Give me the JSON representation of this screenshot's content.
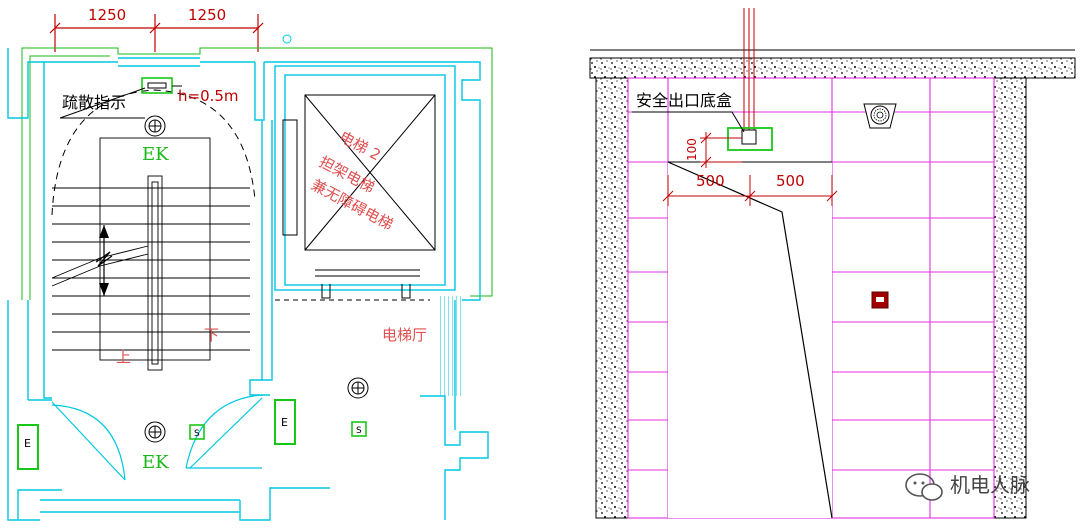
{
  "left_plan": {
    "dim_left": "1250",
    "dim_right": "1250",
    "evac_sign_label": "疏散指示",
    "height_note": "h=0.5m",
    "emergency_light_top": "EK",
    "emergency_light_bottom": "EK",
    "elevator_text_line1": "电梯 2",
    "elevator_text_line2": "担架电梯",
    "elevator_text_line3": "兼无障碍电梯",
    "stair_up": "上",
    "stair_down": "下",
    "lobby_label": "电梯厅",
    "switch_symbol": "S",
    "panel_symbol": "E"
  },
  "right_elevation": {
    "box_label": "安全出口底盒",
    "dim_height": "100",
    "dim_left": "500",
    "dim_right": "500"
  },
  "watermark": "机电人脉",
  "colors": {
    "wall_cyan": "#00c8e0",
    "green": "#18c818",
    "red_dim": "#c00000",
    "magenta": "#e030e0"
  }
}
